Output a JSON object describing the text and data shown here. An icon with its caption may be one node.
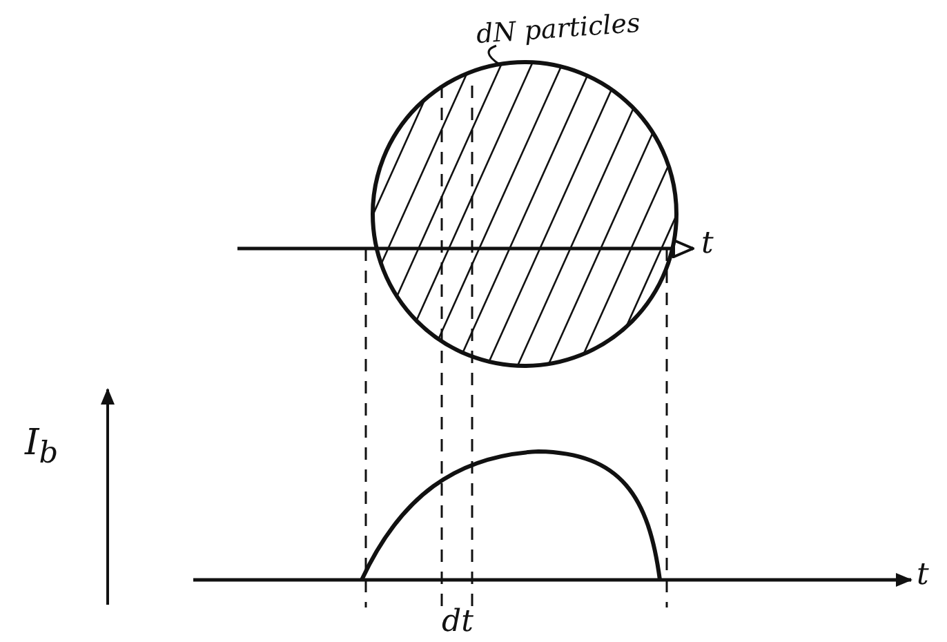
{
  "diagram": {
    "nodes": [
      {
        "text": [
          "dN particles"
        ]
      },
      {
        "text": [],
        "shape": "circle"
      }
    ],
    "edges": [
      {
        "from": 0,
        "to": 1,
        "arrow": "none"
      }
    ],
    "labels": [
      "t",
      "I$_{b}$",
      "t",
      "dt"
    ]
  }
}
